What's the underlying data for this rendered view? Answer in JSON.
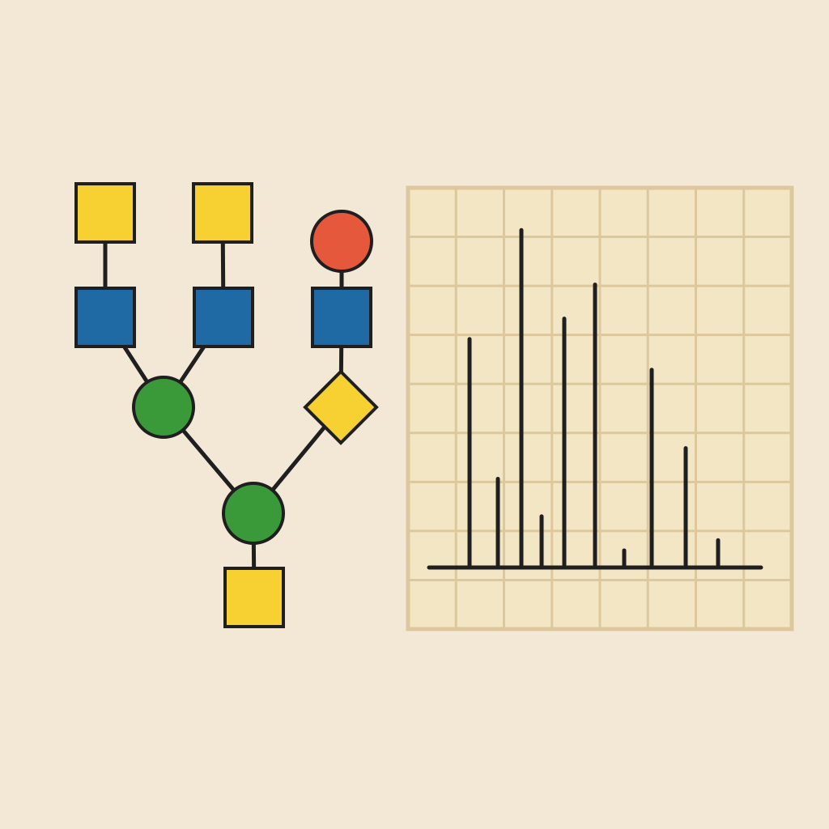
{
  "colors": {
    "background": "#f2e8d5",
    "outline": "#1f1f1f",
    "yellow": "#f7d031",
    "blue": "#1f6aa5",
    "green": "#3a9a3a",
    "red": "#e5583c",
    "grid_fill": "#f3e6c4",
    "grid_line": "#dcc89c"
  },
  "glycan": {
    "nodes": [
      {
        "id": "yellow-square-top-left",
        "shape": "square",
        "color": "yellow"
      },
      {
        "id": "yellow-square-top-middle",
        "shape": "square",
        "color": "yellow"
      },
      {
        "id": "red-circle-top-right",
        "shape": "circle",
        "color": "red"
      },
      {
        "id": "blue-square-left",
        "shape": "square",
        "color": "blue"
      },
      {
        "id": "blue-square-middle",
        "shape": "square",
        "color": "blue"
      },
      {
        "id": "blue-square-right",
        "shape": "square",
        "color": "blue"
      },
      {
        "id": "green-circle-upper",
        "shape": "circle",
        "color": "green"
      },
      {
        "id": "yellow-diamond",
        "shape": "diamond",
        "color": "yellow"
      },
      {
        "id": "green-circle-lower",
        "shape": "circle",
        "color": "green"
      },
      {
        "id": "yellow-square-bottom",
        "shape": "square",
        "color": "yellow"
      }
    ],
    "edges": [
      [
        "yellow-square-top-left",
        "blue-square-left"
      ],
      [
        "yellow-square-top-middle",
        "blue-square-middle"
      ],
      [
        "red-circle-top-right",
        "blue-square-right"
      ],
      [
        "blue-square-left",
        "green-circle-upper"
      ],
      [
        "blue-square-middle",
        "green-circle-upper"
      ],
      [
        "blue-square-right",
        "yellow-diamond"
      ],
      [
        "green-circle-upper",
        "green-circle-lower"
      ],
      [
        "yellow-diamond",
        "green-circle-lower"
      ],
      [
        "green-circle-lower",
        "yellow-square-bottom"
      ]
    ]
  },
  "spectrum": {
    "grid": {
      "columns": 8,
      "rows": 9
    },
    "peaks": [
      {
        "x": 1,
        "height": 0.67
      },
      {
        "x": 2,
        "height": 0.26
      },
      {
        "x": 3,
        "height": 0.99
      },
      {
        "x": 4,
        "height": 0.15
      },
      {
        "x": 5,
        "height": 0.73
      },
      {
        "x": 6,
        "height": 0.83
      },
      {
        "x": 7,
        "height": 0.05
      },
      {
        "x": 8,
        "height": 0.58
      },
      {
        "x": 9,
        "height": 0.35
      },
      {
        "x": 10,
        "height": 0.08
      }
    ]
  }
}
